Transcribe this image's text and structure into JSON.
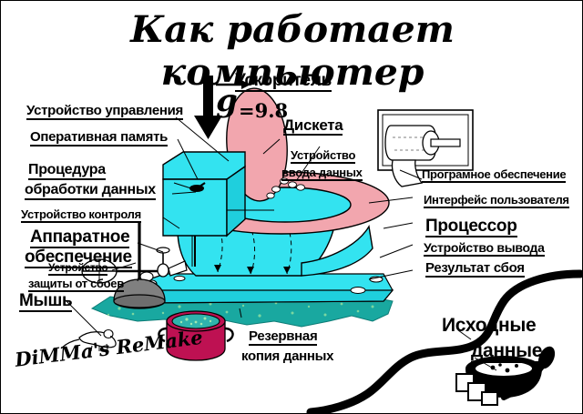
{
  "title": "Как работает компьютер",
  "signature": "DiMMa's ReMake",
  "colors": {
    "toilet_body": "#33E3F0",
    "toilet_seat": "#F2A6AE",
    "splash": "#19A8A0",
    "pot": "#BE1152",
    "plunger": "#808080",
    "outline": "#000000",
    "background": "#FFFFFF"
  },
  "formula": {
    "vector_symbol": "g",
    "equals_value": "=9.8"
  },
  "labels": {
    "accelerator": "Ускоритель",
    "control_unit": "Устройство управления",
    "ram": "Оперативная память",
    "data_processing_1": "Процедура",
    "data_processing_2": "обработки данных",
    "monitoring_device": "Устройство контроля",
    "hardware_1": "Аппаратное",
    "hardware_2": "обеспечение",
    "failsafe_1": "Устройство",
    "failsafe_2": "защиты от сбоев",
    "mouse": "Мышь",
    "floppy": "Дискета",
    "input_device_1": "Устройство",
    "input_device_2": "ввода данных",
    "software": "Програмное обеспечение",
    "user_interface": "Интерфейс пользователя",
    "processor": "Процессор",
    "output_device": "Устройство вывода",
    "crash_result": "Результат сбоя",
    "backup_1": "Резервная",
    "backup_2": "копия данных",
    "source_data_1": "Исходные",
    "source_data_2": "данные"
  },
  "icons": {
    "toilet": "toilet-icon",
    "toilet_paper": "toilet-paper-icon",
    "plunger": "plunger-icon",
    "mouse_animal": "mouse-animal-icon",
    "pot": "pot-icon",
    "bowl": "bowl-with-spoon-icon",
    "gravity_arrow": "down-arrow-icon",
    "pipe": "black-pipe-icon",
    "valve": "valve-wheel-icon"
  }
}
